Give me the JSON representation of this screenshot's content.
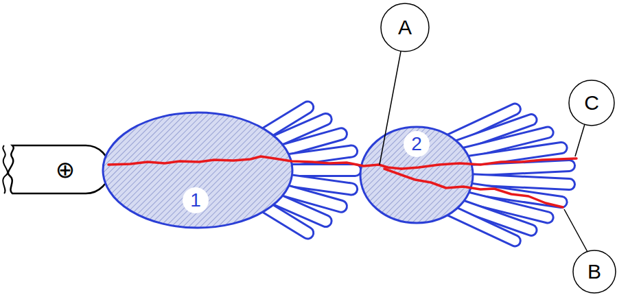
{
  "diagram": {
    "nodes": [
      {
        "text": [
          "1"
        ]
      },
      {
        "text": [
          "2"
        ]
      },
      {
        "text": [
          "A"
        ]
      },
      {
        "text": [
          "B"
        ]
      },
      {
        "text": [
          "C"
        ]
      }
    ],
    "labels": [
      "⊕"
    ]
  }
}
